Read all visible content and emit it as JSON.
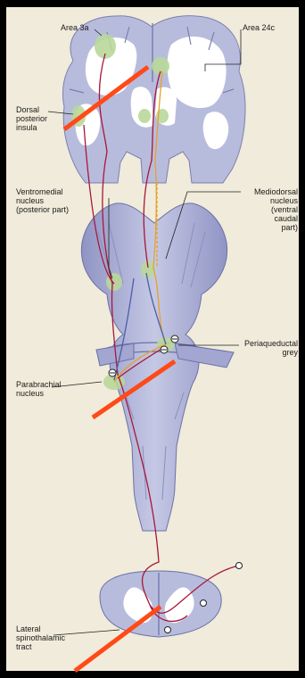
{
  "labels": {
    "area_3a": "Area 3a",
    "area_24c": "Area 24c",
    "dorsal_posterior_insula": "Dorsal\nposterior\ninsula",
    "ventromedial_nucleus": "Ventromedial\nnucleus\n(posterior part)",
    "mediodorsal_nucleus": "Mediodorsal\nnucleus\n(ventral\ncaudal\npart)",
    "periaqueductal_grey": "Periaqueductal\ngrey",
    "parabrachial_nucleus": "Parabrachial\nnucleus",
    "lateral_spinothalamic_tract": "Lateral\nspinothalamic\ntract"
  },
  "colors": {
    "background": "#000000",
    "panel": "#f0ebda",
    "tissue": "#b7bbdc",
    "tissue_dark": "#8f94c4",
    "white_matter": "#ffffff",
    "nucleus_highlight": "#b9d79a",
    "pathway_red": "#a8163a",
    "pathway_orange": "#e7a12a",
    "pathway_blue": "#4a5fa8",
    "overlay_slash": "#ff4a17"
  },
  "icons": [
    "inhibition-symbol",
    "excitation-symbol"
  ]
}
